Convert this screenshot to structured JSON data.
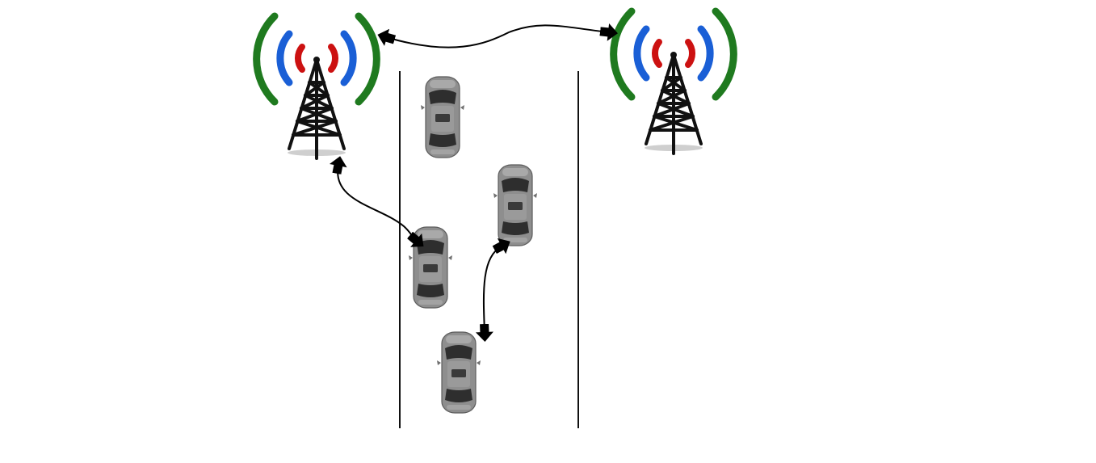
{
  "diagram": {
    "colors": {
      "background": "#ffffff",
      "wave_inner": "#cc1111",
      "wave_middle": "#1a5fd6",
      "wave_outer": "#1f7a1f",
      "tower": "#111111",
      "road_line": "#111111",
      "link": "#000000",
      "car_body": "#8e8e8e",
      "car_glass": "#2e2e2e"
    },
    "nodes": {
      "towers": [
        {
          "id": "tower-left",
          "icon": "cell-tower-icon"
        },
        {
          "id": "tower-right",
          "icon": "cell-tower-icon"
        }
      ],
      "cars": [
        {
          "id": "car-1",
          "icon": "car-icon"
        },
        {
          "id": "car-2",
          "icon": "car-icon"
        },
        {
          "id": "car-3",
          "icon": "car-icon"
        },
        {
          "id": "car-4",
          "icon": "car-icon"
        }
      ]
    },
    "links": [
      {
        "from": "tower-left",
        "to": "tower-right",
        "kind": "bidirectional"
      },
      {
        "from": "tower-left",
        "to": "car-3",
        "kind": "bidirectional"
      },
      {
        "from": "car-2",
        "to": "car-4",
        "kind": "bidirectional"
      }
    ]
  }
}
